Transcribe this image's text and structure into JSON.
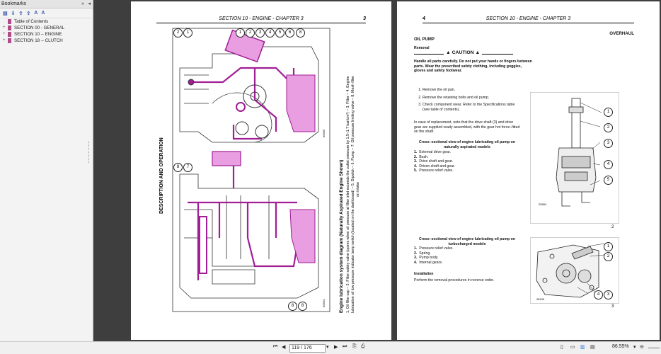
{
  "sidebar": {
    "title": "Bookmarks",
    "collapse_glyph": "»",
    "close_glyph": "◂",
    "tools": [
      "▤",
      "⇩",
      "⇧",
      "⇪",
      "A",
      "A"
    ],
    "items": [
      {
        "label": "Table of Contents"
      },
      {
        "label": "SECTION 00 - GENERAL"
      },
      {
        "label": "SECTION 10 -- ENGINE"
      },
      {
        "label": "SECTION 18 -- CLUTCH"
      }
    ]
  },
  "page_left": {
    "header_center": "SECTION 10 - ENGINE - CHAPTER 3",
    "header_right": "3",
    "side_label": "DESCRIPTION AND OPERATION",
    "caption_title": "Engine lubrication system diagram (Naturally Aspirated Engine Shown)",
    "caption_line1": "1. Oil filler cap – 2. Filter safety valve (opens when oil pressure at filter inlet exceeds the outlet pressure by 1.5÷1.7 bar/cm²) – 3. Filter – 4. Engine",
    "caption_line2": "lubrication oil low pressure indicator lamp switch (located on the dashboard) – 5. Dipstick – 6. Pump – 7. Oil pressure limiting valve – 8. Mesh filter",
    "caption_line3": "on intake",
    "fig_code_top": "50996",
    "fig_code_bottom": "50994",
    "callouts_top": [
      "8",
      "6",
      "5",
      "4",
      "3",
      "2",
      "1"
    ],
    "callouts_mid": [
      "8",
      "7"
    ],
    "callouts_bottom": [
      "8",
      "8"
    ],
    "callouts_top_left": [
      "2",
      "1"
    ]
  },
  "page_right": {
    "header_left": "4",
    "header_center": "SECTION 10 - ENGINE - CHAPTER 3",
    "title": "OVERHAUL",
    "subtitle": "OIL PUMP",
    "removal": "Removal",
    "caution": "CAUTION",
    "warning_text": "Handle all parts carefully. Do not put your hands or fingers between parts. Wear the prescribed safety clothing, including goggles, gloves and safety footwear.",
    "steps": [
      "Remove the oil pan.",
      "Remove the retaining bolts and oil pump.",
      "Check component wear. Refer to the Specifications table (see table of contents)."
    ],
    "note": "In case of replacement, note that the drive shaft (3) and drive gear are supplied ready assembled, with the gear hot force–fitted on the shaft.",
    "na_title": "Cross–sectional view of engine lubricating oil pump on naturally aspirated models",
    "na_items": [
      "External drive gear.",
      "Bush.",
      "Drive shaft and gear.",
      "Driven shaft and gear.",
      "Pressure relief valve."
    ],
    "tc_title": "Cross–sectional view of engine lubricating oil pump on turbocharged models",
    "tc_items": [
      "Pressure relief valve.",
      "Spring.",
      "Pump body.",
      "Internal gears."
    ],
    "installation": "Installation",
    "install_text": "Perform the removal procedures in reverse order.",
    "fig1_code": "25584",
    "fig1_number": "2",
    "fig2_code": "28139",
    "fig2_number": "3",
    "fig1_callouts": [
      "1",
      "2",
      "3",
      "4",
      "5"
    ],
    "fig2_callouts": [
      "1",
      "2",
      "4",
      "3"
    ]
  },
  "bottombar": {
    "page_field": "119 / 176",
    "zoom": "86.55%",
    "nav_first": "⏮",
    "nav_prev": "◀",
    "nav_next": "▶",
    "nav_last": "⏭"
  },
  "colors": {
    "oil": "#a01e96",
    "pink": "#e89ee0",
    "dark": "#222222"
  }
}
